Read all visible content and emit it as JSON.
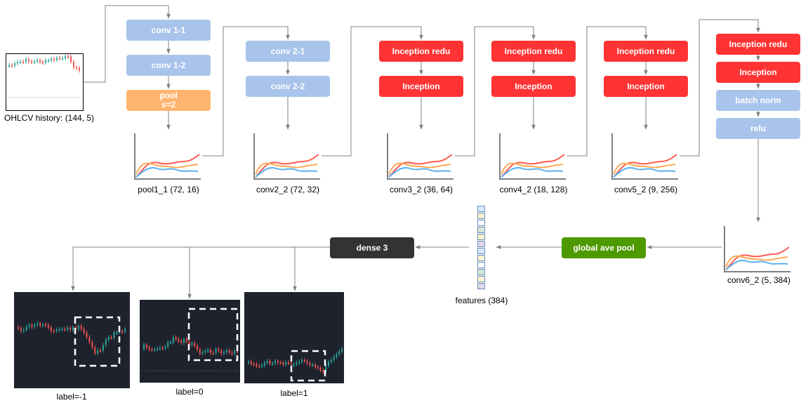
{
  "input": {
    "caption": "OHLCV history: (144, 5)"
  },
  "stages": [
    {
      "blocks": [
        {
          "label": "conv 1-1",
          "color": "blue"
        },
        {
          "label": "conv 1-2",
          "color": "blue"
        },
        {
          "label": "pool\ns=2",
          "color": "orange"
        }
      ],
      "output": "pool1_1 (72, 16)"
    },
    {
      "blocks": [
        {
          "label": "conv 2-1",
          "color": "blue"
        },
        {
          "label": "conv 2-2",
          "color": "blue"
        }
      ],
      "output": "conv2_2 (72, 32)"
    },
    {
      "blocks": [
        {
          "label": "Inception redu",
          "color": "red"
        },
        {
          "label": "Inception",
          "color": "red"
        }
      ],
      "output": "conv3_2 (36, 64)"
    },
    {
      "blocks": [
        {
          "label": "Inception redu",
          "color": "red"
        },
        {
          "label": "Inception",
          "color": "red"
        }
      ],
      "output": "conv4_2 (18, 128)"
    },
    {
      "blocks": [
        {
          "label": "Inception redu",
          "color": "red"
        },
        {
          "label": "Inception",
          "color": "red"
        }
      ],
      "output": "conv5_2 (9, 256)"
    },
    {
      "blocks": [
        {
          "label": "Inception redu",
          "color": "red"
        },
        {
          "label": "Inception",
          "color": "red"
        },
        {
          "label": "batch norm",
          "color": "blue"
        },
        {
          "label": "relu",
          "color": "blue"
        }
      ],
      "output": "conv6_2 (5, 384)"
    }
  ],
  "pooling": {
    "label": "global ave pool"
  },
  "features": {
    "caption": "features (384)",
    "cell_colors": [
      "#dae8fc",
      "#fff2cc",
      "#ffffff",
      "#d5e8d4",
      "#fff2cc",
      "#e1d5e7",
      "#dae8fc",
      "#fff2cc",
      "#ffffff",
      "#d5e8d4",
      "#fff2cc",
      "#e1d5e7"
    ]
  },
  "dense": {
    "label": "dense 3"
  },
  "outputs": [
    {
      "caption": "label=-1"
    },
    {
      "caption": "label=0"
    },
    {
      "caption": "label=1"
    }
  ],
  "colors": {
    "blue_block": "#a9c4eb",
    "red_block": "#ff3333",
    "orange_block": "#ffb570",
    "green_block": "#4d9900",
    "dense_block": "#333333",
    "arrow": "#808080",
    "chart_bg": "#1e222d",
    "candle_up": "#26a69a",
    "candle_down": "#ef5350"
  }
}
